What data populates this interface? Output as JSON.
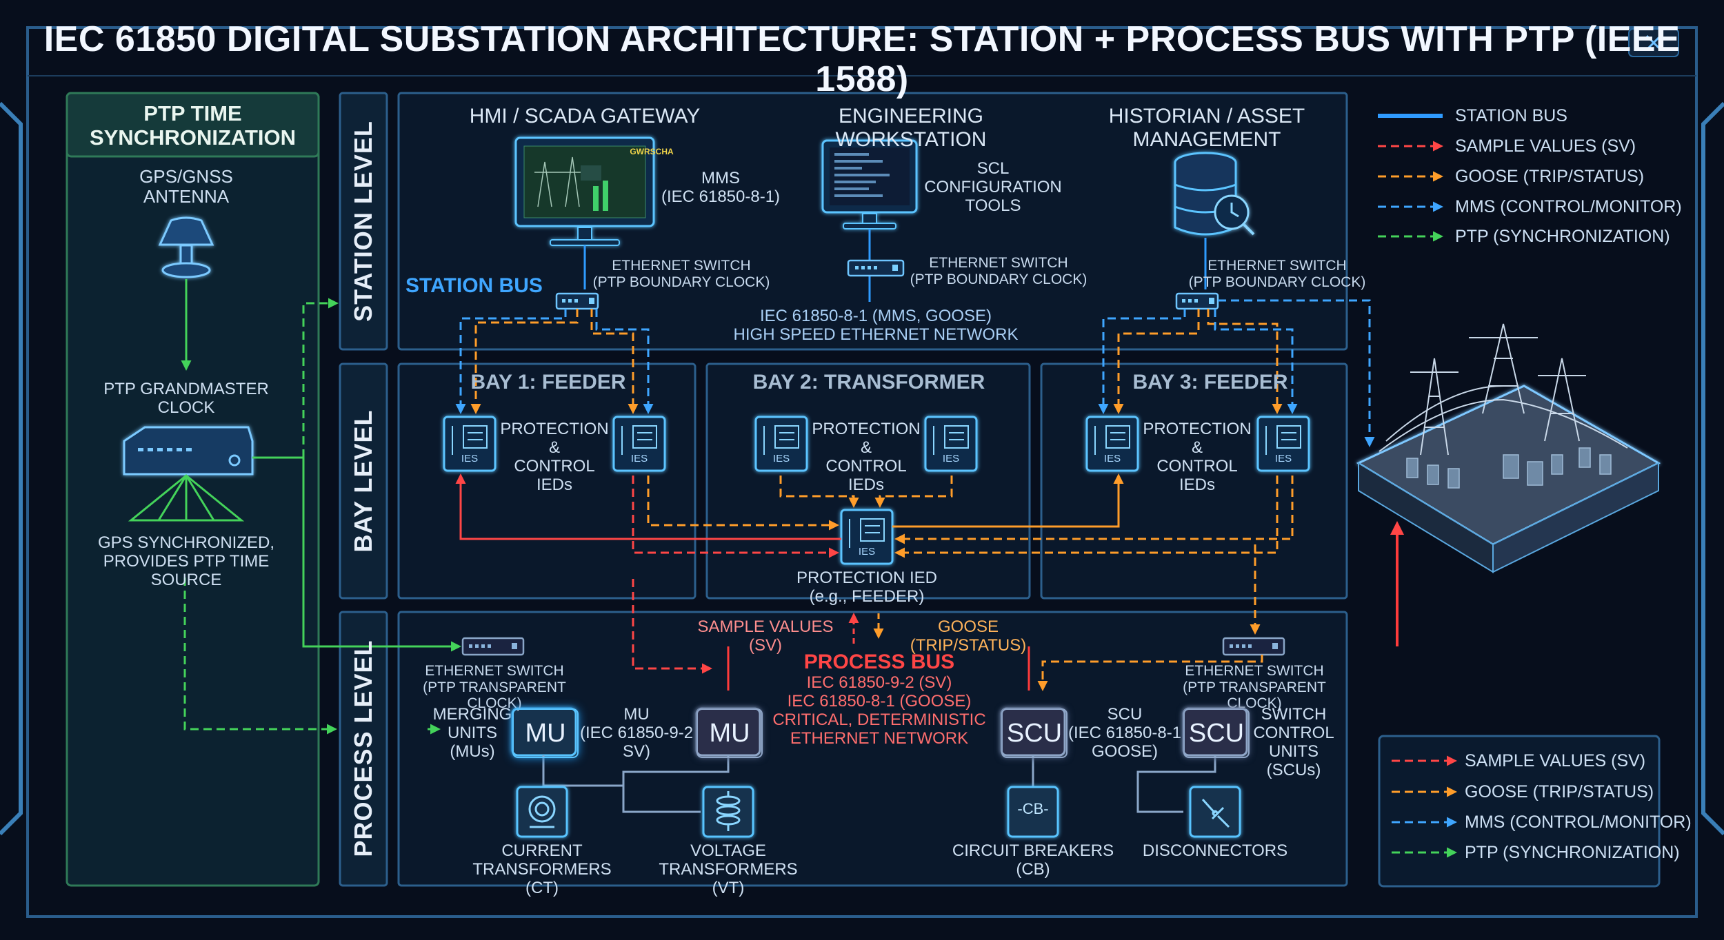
{
  "title": "IEC 61850 DIGITAL SUBSTATION ARCHITECTURE: STATION + PROCESS BUS WITH PTP (IEEE 1588)",
  "ptp_panel": {
    "heading": "PTP TIME\nSYNCHRONIZATION",
    "antenna_label": "GPS/GNSS\nANTENNA",
    "grandmaster_label": "PTP GRANDMASTER\nCLOCK",
    "gps_note": "GPS SYNCHRONIZED,\nPROVIDES PTP TIME SOURCE"
  },
  "levels": {
    "station": "STATION LEVEL",
    "bay": "BAY LEVEL",
    "process": "PROCESS LEVEL"
  },
  "station": {
    "hmi_title": "HMI / SCADA GATEWAY",
    "hmi_protocol": "MMS\n(IEC 61850-8-1)",
    "eng_title": "ENGINEERING WORKSTATION",
    "eng_tools": "SCL\nCONFIGURATION\nTOOLS",
    "hist_title": "HISTORIAN / ASSET\nMANAGEMENT",
    "switch_label": "ETHERNET SWITCH\n(PTP BOUNDARY CLOCK)",
    "bus_label": "STATION BUS",
    "bus_desc": "IEC 61850-8-1 (MMS, GOOSE)\nHIGH SPEED ETHERNET NETWORK",
    "hmi_screen_text": "GWRSCHA"
  },
  "bays": {
    "bay1": "BAY 1: FEEDER",
    "bay2": "BAY 2: TRANSFORMER",
    "bay3": "BAY 3: FEEDER",
    "ied_group_label": "PROTECTION &\nCONTROL IEDs",
    "ied_tag": "IES",
    "central_ied_label": "PROTECTION IED\n(e.g., FEEDER)"
  },
  "process": {
    "sv_flow": "SAMPLE VALUES (SV)",
    "goose_flow": "GOOSE (TRIP/STATUS)",
    "bus_title": "PROCESS BUS",
    "bus_desc": "IEC 61850-9-2 (SV)\nIEC 61850-8-1 (GOOSE)\nCRITICAL, DETERMINISTIC\nETHERNET NETWORK",
    "switch_label": "ETHERNET SWITCH\n(PTP TRANSPARENT CLOCK)",
    "merging_units": "MERGING\nUNITS\n(MUs)",
    "mu": "MU",
    "mu_protocol": "MU\n(IEC 61850-9-2\nSV)",
    "scu": "SCU",
    "scu_protocol": "SCU\n(IEC 61850-8-1\nGOOSE)",
    "switch_control_units": "SWITCH\nCONTROL\nUNITS\n(SCUs)",
    "ct": "CURRENT\nTRANSFORMERS (CT)",
    "vt": "VOLTAGE\nTRANSFORMERS (VT)",
    "cb": "CIRCUIT BREAKERS\n(CB)",
    "cb_symbol": "-CB-",
    "disc": "DISCONNECTORS"
  },
  "legend_top": [
    {
      "label": "STATION BUS",
      "style": "solid",
      "color": "#2f9bff"
    },
    {
      "label": "SAMPLE VALUES (SV)",
      "style": "dashed-arrow",
      "color": "#ff4646"
    },
    {
      "label": "GOOSE (TRIP/STATUS)",
      "style": "dashed-arrow",
      "color": "#ff9d2a"
    },
    {
      "label": "MMS (CONTROL/MONITOR)",
      "style": "dashed-arrow",
      "color": "#3fa6ff"
    },
    {
      "label": "PTP (SYNCHRONIZATION)",
      "style": "dashed-arrow",
      "color": "#44d35a"
    }
  ],
  "legend_bottom": [
    {
      "label": "SAMPLE VALUES (SV)",
      "style": "dashed-arrow",
      "color": "#ff4646"
    },
    {
      "label": "GOOSE (TRIP/STATUS)",
      "style": "dashed-arrow",
      "color": "#ff9d2a"
    },
    {
      "label": "MMS (CONTROL/MONITOR)",
      "style": "dashed-arrow",
      "color": "#3fa6ff"
    },
    {
      "label": "PTP (SYNCHRONIZATION)",
      "style": "dashed-arrow",
      "color": "#44d35a"
    }
  ],
  "colors": {
    "station_bus": "#2f9bff",
    "process_bus": "#ff3b3b",
    "sv": "#ff4646",
    "goose": "#ff9d2a",
    "mms": "#3fa6ff",
    "ptp": "#44d35a"
  }
}
